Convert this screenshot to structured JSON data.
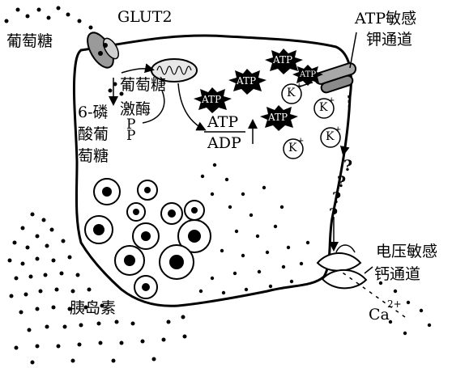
{
  "labels": {
    "glucose_outside": "葡萄糖",
    "glut2": "GLUT2",
    "glucose_inside": "葡萄糖",
    "hexokinase": "激酶",
    "six_phospho_line1": "6-磷",
    "six_phospho_line2": "酸葡",
    "six_phospho_line3": "萄糖",
    "p_upper": "P",
    "p_lower": "P",
    "atp_channel_line1": "ATP敏感",
    "atp_channel_line2": "钾通道",
    "atp_ratio_num": "ATP",
    "atp_ratio_den": "ADP",
    "voltage_channel_line1": "电压敏感",
    "voltage_channel_line2": "钙通道",
    "insulin": "胰岛素",
    "calcium": "Ca",
    "calcium_charge": "2+"
  },
  "atp_stars": [
    "ATP",
    "ATP",
    "ATP",
    "ATP",
    "ATP"
  ],
  "potassium_ions": [
    {
      "symbol": "K",
      "charge": "+"
    },
    {
      "symbol": "K",
      "charge": "+"
    },
    {
      "symbol": "K",
      "charge": "+"
    },
    {
      "symbol": "K",
      "charge": "+"
    }
  ],
  "question_marks": [
    "?",
    "?",
    "?",
    "?"
  ]
}
